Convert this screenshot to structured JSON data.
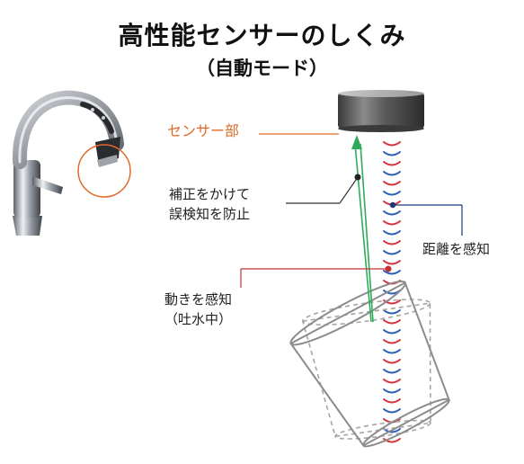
{
  "title": "高性能センサーのしくみ",
  "subtitle": "（自動モード）",
  "labels": {
    "sensor_part": "センサー部",
    "correction_line1": "補正をかけて",
    "correction_line2": "誤検知を防止",
    "distance": "距離を感知",
    "motion_line1": "動きを感知",
    "motion_line2": "（吐水中）"
  },
  "colors": {
    "sensor_label": "#e0692a",
    "wave_red": "#d6343c",
    "wave_blue": "#2c5fb8",
    "green_arrow": "#2faa5a",
    "navy_line": "#1c3a78",
    "red_line": "#c2303a"
  },
  "icons": {
    "faucet": "faucet-icon",
    "sensor": "sensor-cylinder-icon",
    "cup": "cup-icon"
  }
}
